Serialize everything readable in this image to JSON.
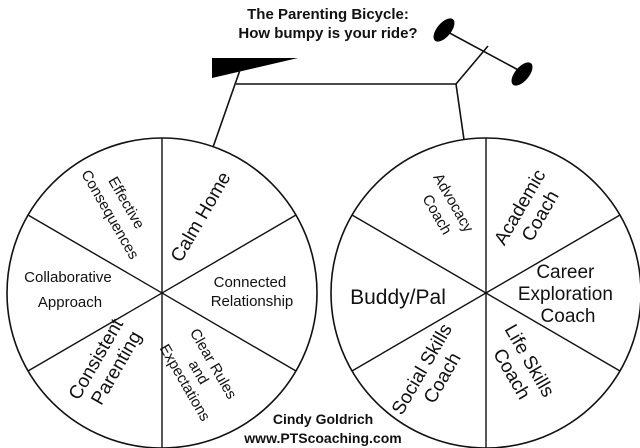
{
  "title": {
    "line1": "The Parenting Bicycle:",
    "line2": "How bumpy is your ride?"
  },
  "front_wheel": {
    "calm_home": "Calm Home",
    "effective_consequences": [
      "Effective",
      "Consequences"
    ],
    "collaborative_approach": [
      "Collaborative",
      "Approach"
    ],
    "consistent_parenting": [
      "Consistent",
      "Parenting"
    ],
    "clear_rules": [
      "Clear Rules",
      "and",
      "Expectations"
    ],
    "connected_relationship": [
      "Connected",
      "Relationship"
    ]
  },
  "back_wheel": {
    "advocacy_coach": [
      "Advocacy",
      "Coach"
    ],
    "academic_coach": [
      "Academic",
      "Coach"
    ],
    "career_coach": [
      "Career",
      "Exploration",
      "Coach"
    ],
    "buddy_pal": "Buddy/Pal",
    "social_skills_coach": [
      "Social Skills",
      "Coach"
    ],
    "life_skills_coach": [
      "Life Skills",
      "Coach"
    ]
  },
  "credit": {
    "name": "Cindy Goldrich",
    "url": "www.PTScoaching.com"
  }
}
